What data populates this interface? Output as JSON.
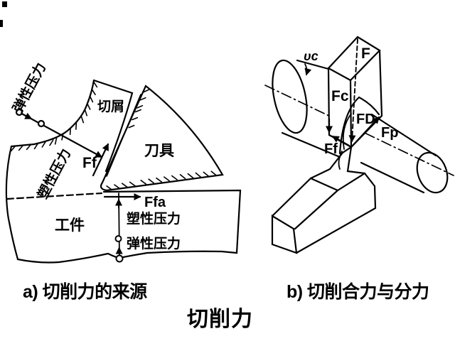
{
  "page": {
    "background": "#ffffff",
    "line_color": "#000000",
    "title": {
      "text": "切削力",
      "color": "#E8770E"
    }
  },
  "figure_a": {
    "caption": "a) 切削力的来源",
    "labels": {
      "elastic_rotated": "弹性压力",
      "plastic_rotated": "塑性压力",
      "chip": "切屑",
      "tool": "刀具",
      "workpiece": "工件",
      "force_ff": "Ff",
      "force_ffa": "Ffa",
      "plastic_pressure": "塑性压力",
      "elastic_pressure": "弹性压力"
    }
  },
  "figure_b": {
    "caption": "b) 切削合力与分力",
    "labels": {
      "cutting_speed": "υc",
      "force_f": "F",
      "force_fc": "Fc",
      "force_fd": "FD",
      "force_fp": "Fp",
      "force_ff": "Ff"
    }
  }
}
